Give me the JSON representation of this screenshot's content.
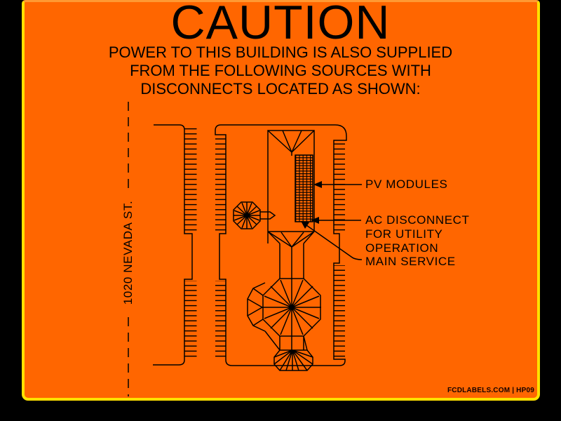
{
  "header": {
    "title": "CAUTION",
    "line1": "POWER TO THIS BUILDING IS ALSO SUPPLIED",
    "line2": "FROM THE FOLLOWING SOURCES WITH",
    "line3": "DISCONNECTS LOCATED AS SHOWN:"
  },
  "diagram": {
    "street": "1020 NEVADA ST.",
    "callouts": {
      "pv": "PV MODULES",
      "ac1": "AC DISCONNECT",
      "ac2": "FOR UTILITY",
      "ac3": "OPERATION",
      "main": "MAIN SERVICE"
    }
  },
  "footer": {
    "brand": "FCDLABELS.COM | HP09"
  },
  "colors": {
    "label_background": "#FF6600",
    "label_border": "#FFE100",
    "label_border_top": "#FF9933",
    "ink": "#000000",
    "page_background": "#000000"
  }
}
